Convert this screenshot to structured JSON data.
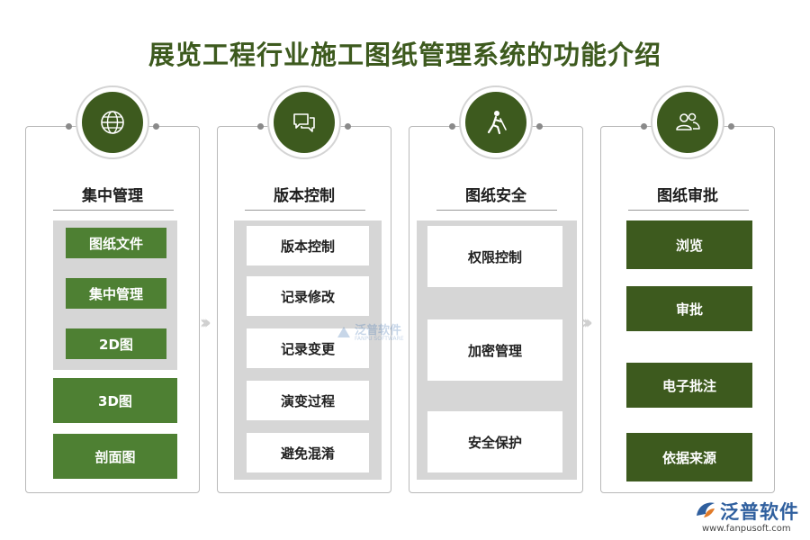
{
  "title": "展览工程行业施工图纸管理系统的功能介绍",
  "panels": [
    {
      "heading": "集中管理",
      "icon": "globe-icon",
      "items": [
        "图纸文件",
        "集中管理",
        "2D图",
        "3D图",
        "剖面图"
      ]
    },
    {
      "heading": "版本控制",
      "icon": "chat-bubbles-icon",
      "items": [
        "版本控制",
        "记录修改",
        "记录变更",
        "演变过程",
        "避免混淆"
      ]
    },
    {
      "heading": "图纸安全",
      "icon": "person-pushing-icon",
      "items": [
        "权限控制",
        "加密管理",
        "安全保护"
      ]
    },
    {
      "heading": "图纸审批",
      "icon": "users-icon",
      "items": [
        "浏览",
        "审批",
        "电子批注",
        "依据来源"
      ]
    }
  ],
  "watermark": {
    "name": "泛普软件",
    "sub": "FANPU SOFTWARE"
  },
  "logo": {
    "name": "泛普软件",
    "url": "www.fanpusoft.com"
  },
  "colors": {
    "dark_green": "#3d5a1e",
    "mid_green": "#4e8033",
    "gray": "#d6d6d6"
  }
}
